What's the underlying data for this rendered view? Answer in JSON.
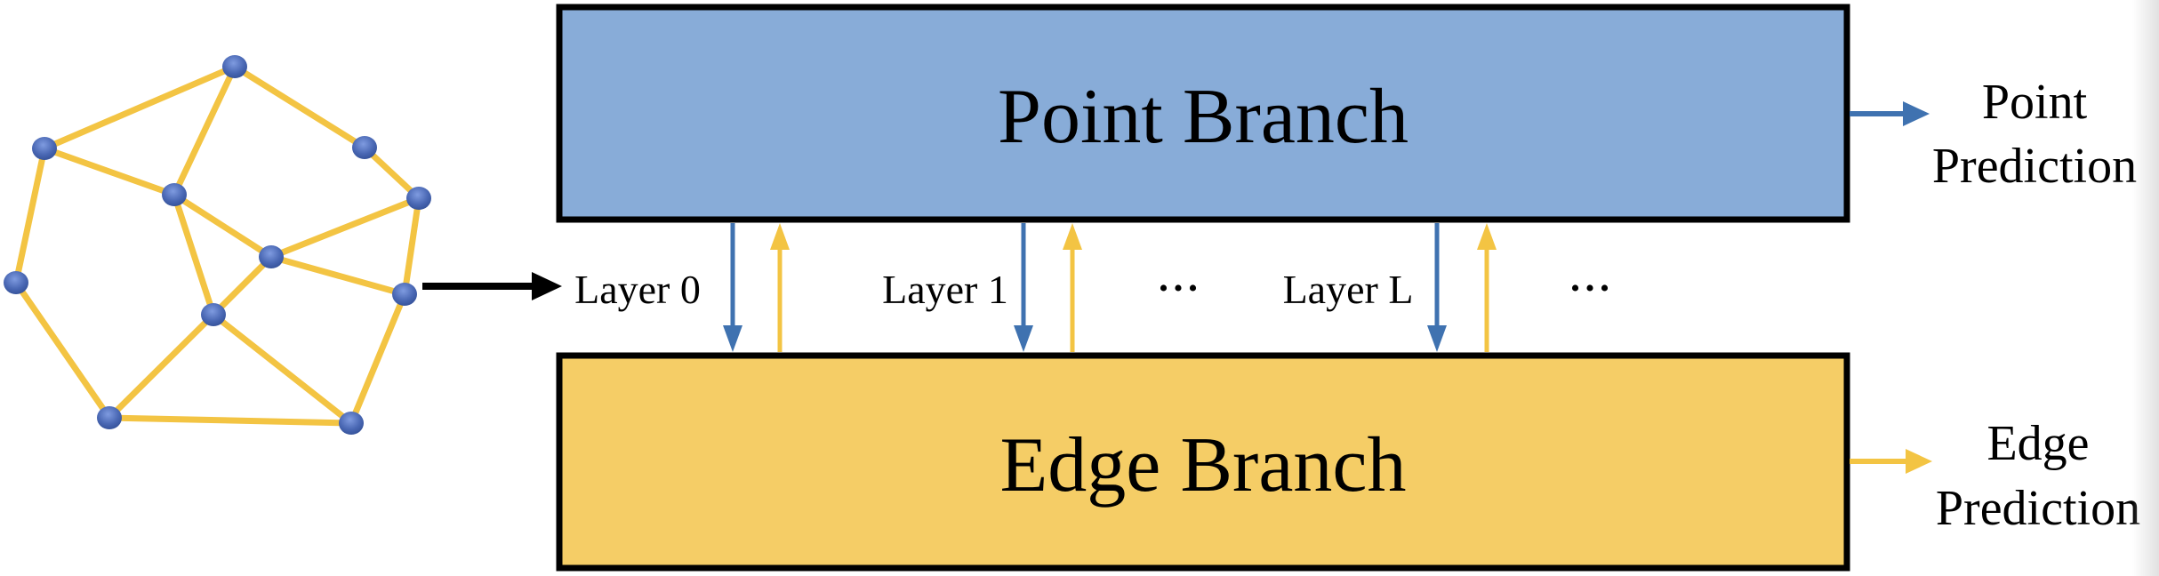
{
  "diagram": {
    "colors": {
      "point": "#88acd8",
      "edge": "#f5cd66",
      "blue_arrow": "#3f72b0",
      "yellow_arrow": "#f3c443",
      "node": "#4a68b4",
      "border": "#000000"
    },
    "graph": {
      "nodes": [
        {
          "id": "n0"
        },
        {
          "id": "n1"
        },
        {
          "id": "n2"
        },
        {
          "id": "n3"
        },
        {
          "id": "n4"
        },
        {
          "id": "n5"
        },
        {
          "id": "n6"
        },
        {
          "id": "n7"
        },
        {
          "id": "n8"
        },
        {
          "id": "n9"
        },
        {
          "id": "n10"
        }
      ],
      "edges": [
        [
          "n0",
          "n1"
        ],
        [
          "n0",
          "n3"
        ],
        [
          "n0",
          "n2"
        ],
        [
          "n1",
          "n3"
        ],
        [
          "n1",
          "n6"
        ],
        [
          "n2",
          "n4"
        ],
        [
          "n3",
          "n5"
        ],
        [
          "n3",
          "n8"
        ],
        [
          "n5",
          "n4"
        ],
        [
          "n5",
          "n7"
        ],
        [
          "n5",
          "n8"
        ],
        [
          "n4",
          "n7"
        ],
        [
          "n6",
          "n9"
        ],
        [
          "n8",
          "n9"
        ],
        [
          "n8",
          "n10"
        ],
        [
          "n9",
          "n10"
        ],
        [
          "n7",
          "n10"
        ]
      ]
    },
    "point_branch": {
      "label": "Point Branch"
    },
    "edge_branch": {
      "label": "Edge Branch"
    },
    "layers": [
      {
        "label": "Layer 0"
      },
      {
        "label": "Layer 1"
      },
      {
        "label": "•••"
      },
      {
        "label": "Layer L"
      },
      {
        "label": "•••"
      }
    ],
    "outputs": {
      "point": [
        "Point",
        "Prediction"
      ],
      "edge": [
        "Edge",
        "Prediction"
      ]
    }
  }
}
